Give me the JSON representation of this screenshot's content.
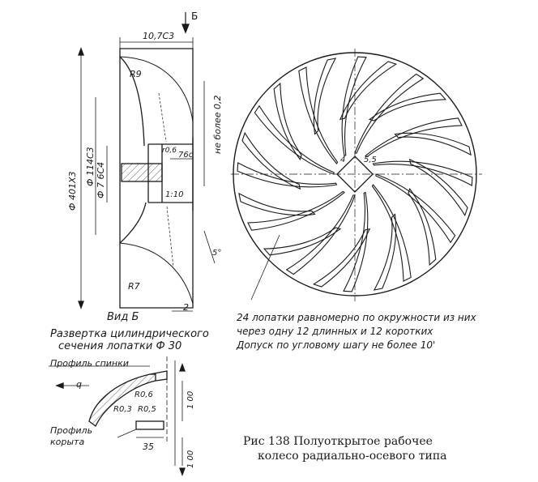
{
  "view_arrow_label": "Б",
  "left_view": {
    "dims": {
      "top_width": "10,7С3",
      "outer_diam": "Ф 401Х3",
      "mid_diam": "Ф 114С3",
      "hub_diam": "Ф 7 6С4",
      "radius_top": "R9",
      "radius_bottom": "R7",
      "hub_len": "76с",
      "r_small": "r0,6",
      "taper": "1:10",
      "not_more": "не более 0,2",
      "gap_right": "5°",
      "bottom_dim": "2"
    },
    "view_title": "Вид Б"
  },
  "development": {
    "title_line1": "Развертка цилиндрического",
    "title_line2": "сечения лопатки Ф 30",
    "back_profile": "Профиль спинки",
    "face_profile_1": "Профиль",
    "face_profile_2": "корыта",
    "dims": {
      "r1": "R0,6",
      "r2": "R0,3",
      "r3": "R0,5",
      "w": "35",
      "h1": "1 00",
      "h2": "1 00",
      "arrow_label": "q"
    }
  },
  "wheel_view": {
    "dims": {
      "hub_flat": "5,5",
      "hub_d": "4"
    },
    "note_line1": "24 лопатки равномерно по окружности из них",
    "note_line2": "через одну 12 длинных и 12 коротких",
    "note_line3": "Допуск по угловому шагу не более 10'"
  },
  "caption": {
    "line1": "Рис  138  Полуоткрытое  рабочее",
    "line2": "колесо  радиально-осевого  типа"
  }
}
